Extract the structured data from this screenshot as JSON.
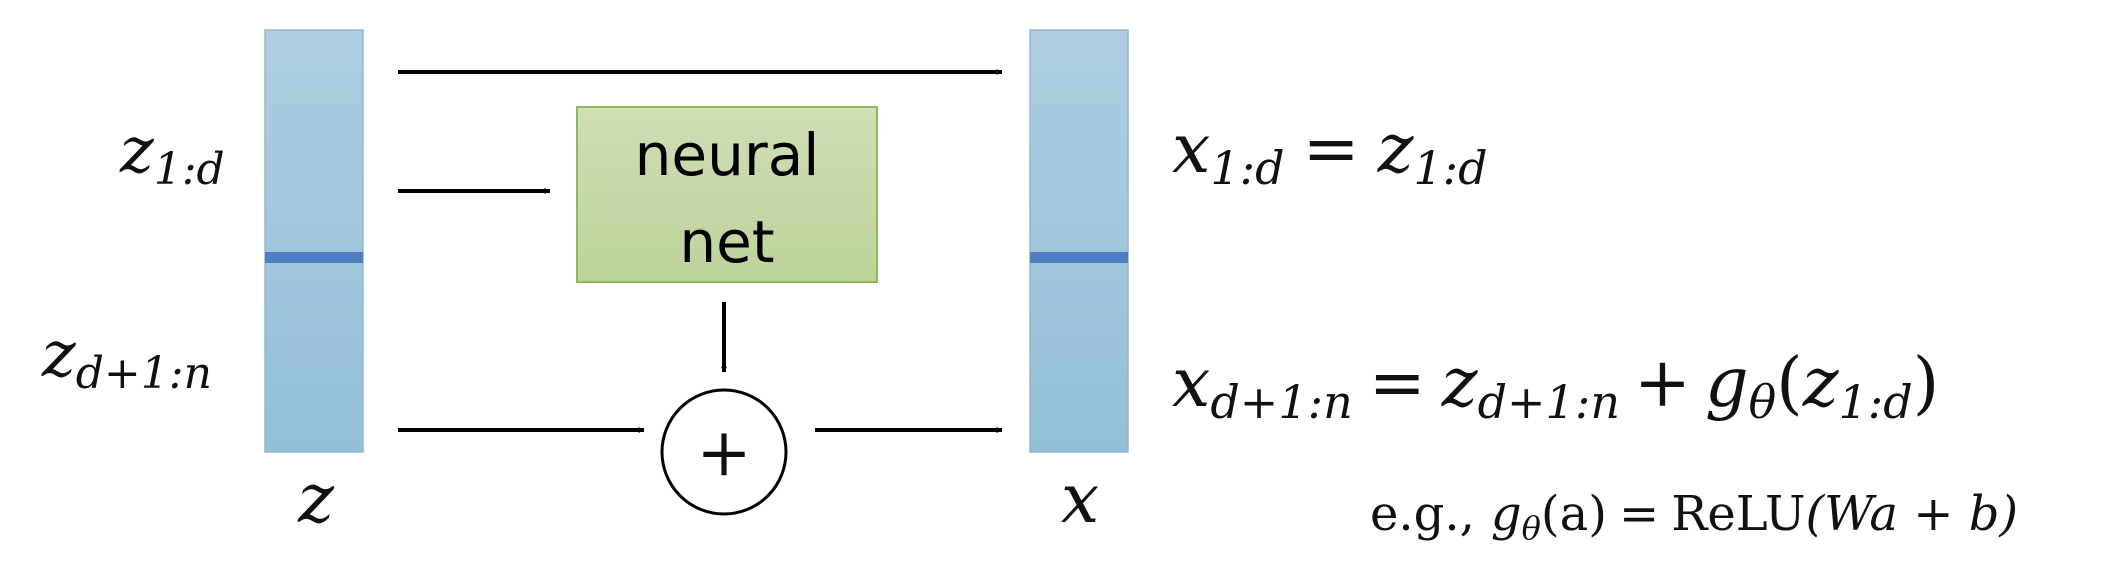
{
  "left_vector": {
    "top_label": {
      "var": "z",
      "sub": "1:d"
    },
    "bottom_label": {
      "var": "z",
      "sub": "d+1:n"
    },
    "name": "z"
  },
  "network": {
    "line1": "neural",
    "line2": "net"
  },
  "adder": {
    "symbol": "+"
  },
  "right_vector": {
    "name": "x"
  },
  "equations": {
    "eq1": {
      "lhs_var": "x",
      "lhs_sub": "1:d",
      "eq": "=",
      "rhs_var": "z",
      "rhs_sub": "1:d"
    },
    "eq2": {
      "lhs_var": "x",
      "lhs_sub": "d+1:n",
      "eq": "=",
      "t1_var": "z",
      "t1_sub": "d+1:n",
      "plus": "+",
      "g_var": "g",
      "g_sub": "θ",
      "paren_open": "(",
      "arg_var": "z",
      "arg_sub": "1:d",
      "paren_close": ")"
    },
    "example": {
      "prefix": "e.g.,",
      "g_var": "g",
      "g_sub": "θ",
      "arg": "(a)",
      "eq": "=",
      "fn": "ReLU",
      "body": "(Wa + b)"
    }
  },
  "colors": {
    "vector_fill_top": "#aecde0",
    "vector_fill_bottom": "#93bfd6",
    "vector_divider": "#4f7ec1",
    "nn_fill_top": "#cfdeb6",
    "nn_fill_bottom": "#bdd39a",
    "nn_border": "#8fb65a",
    "arrow": "#000000"
  }
}
